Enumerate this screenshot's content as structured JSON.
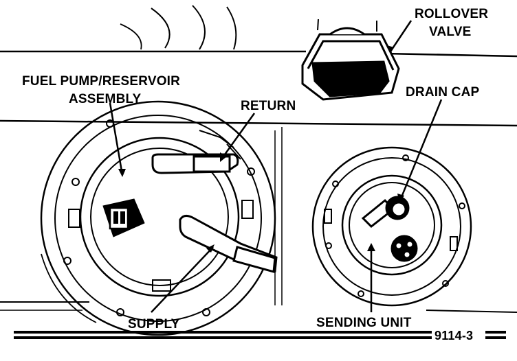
{
  "labels": {
    "rollover_valve_line1": "ROLLOVER",
    "rollover_valve_line2": "VALVE",
    "fuel_pump_line1": "FUEL PUMP/RESERVOIR",
    "fuel_pump_line2": "ASSEMBLY",
    "return": "RETURN",
    "drain_cap": "DRAIN CAP",
    "supply": "SUPPLY",
    "sending_unit": "SENDING UNIT"
  },
  "figure_number": "9114-3",
  "colors": {
    "ink": "#000000",
    "paper": "#ffffff"
  }
}
